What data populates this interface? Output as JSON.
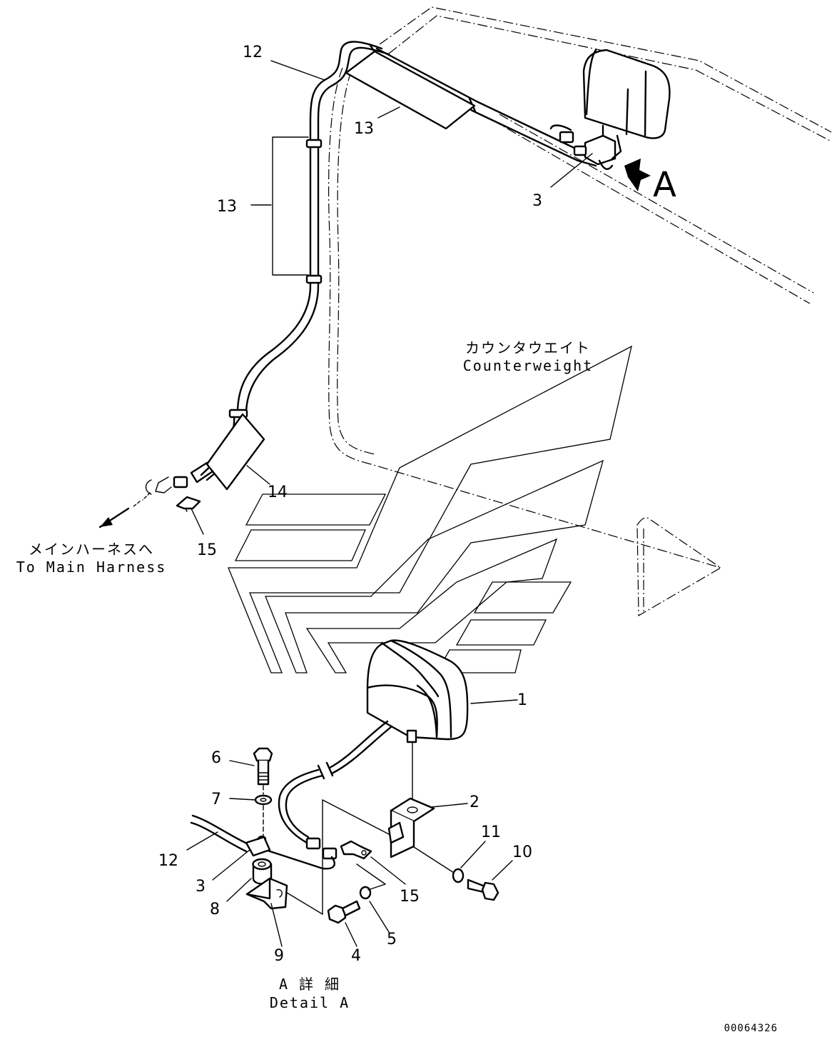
{
  "labels": {
    "p12_top": "12",
    "p13_top": "13",
    "p13_left": "13",
    "p3_top": "3",
    "view_arrow": "A",
    "p14": "14",
    "p15_top": "15",
    "p1": "1",
    "p6": "6",
    "p7": "7",
    "p2": "2",
    "p11": "11",
    "p10": "10",
    "p12_detail": "12",
    "p3_detail": "3",
    "p8": "8",
    "p15_detail": "15",
    "p5": "5",
    "p9": "9",
    "p4": "4"
  },
  "captions": {
    "counterweight_jp": "カウンタウエイト",
    "counterweight_en": "Counterweight",
    "harness_jp": "メインハーネスへ",
    "harness_en": "To Main Harness",
    "detail_jp": "A 詳 細",
    "detail_en": "Detail A",
    "drawing_code": "00064326"
  }
}
